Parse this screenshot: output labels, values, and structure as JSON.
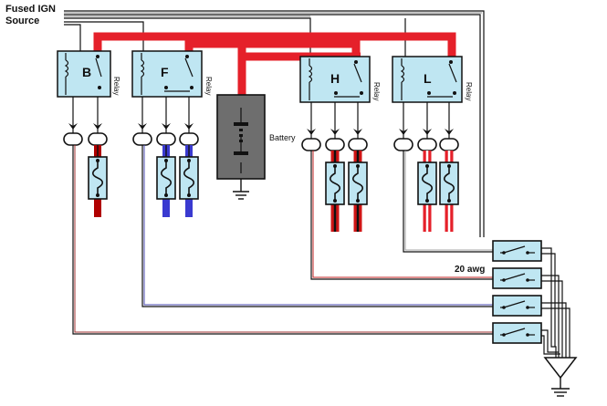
{
  "source_label_line1": "Fused IGN",
  "source_label_line2": "Source",
  "battery_label": "Battery",
  "wire_gauge_label": "20 awg",
  "relays": [
    {
      "letter": "B",
      "caption": "Relay"
    },
    {
      "letter": "F",
      "caption": "Relay"
    },
    {
      "letter": "H",
      "caption": "Relay"
    },
    {
      "letter": "L",
      "caption": "Relay"
    }
  ],
  "colors": {
    "power_bus": "#e5202a",
    "relay_fill": "#bfe6f2",
    "battery_fill": "#6e6e6e",
    "fuse_fill": "#bfe6f2",
    "switch_fill": "#bfe6f2",
    "wire_blue": "#3a3ad0",
    "wire_dark_red": "#b00000",
    "wire_navy": "#1b1b6b",
    "wire_brown": "#5a1010"
  }
}
